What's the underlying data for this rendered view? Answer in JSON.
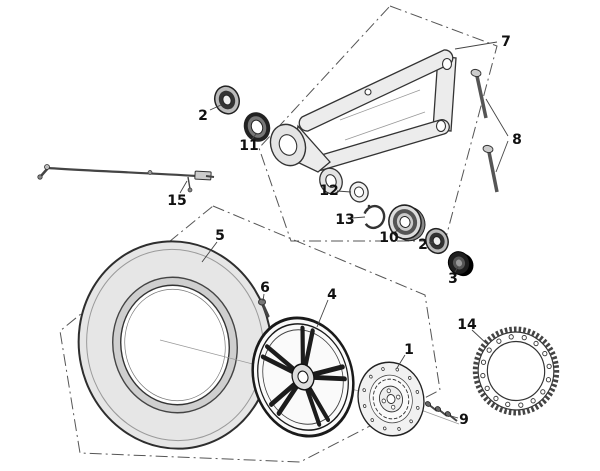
{
  "diagram": {
    "colors": {
      "line": "#333333",
      "phantom": "#555555",
      "metal_light": "#ececec",
      "metal_dark": "#1e1e1e"
    },
    "parts": [
      {
        "ref": "7",
        "id": "swingarm"
      },
      {
        "ref": "2",
        "id": "bearing-left"
      },
      {
        "ref": "11",
        "id": "dust-seal"
      },
      {
        "ref": "8",
        "id": "mount-bolts"
      },
      {
        "ref": "12",
        "id": "washer"
      },
      {
        "ref": "13",
        "id": "circlip"
      },
      {
        "ref": "10",
        "id": "hub-bearing"
      },
      {
        "ref": "2",
        "id": "bearing-right"
      },
      {
        "ref": "3",
        "id": "axle-nut"
      },
      {
        "ref": "15",
        "id": "brake-hose"
      },
      {
        "ref": "5",
        "id": "tire"
      },
      {
        "ref": "6",
        "id": "tire-valve"
      },
      {
        "ref": "4",
        "id": "wheel-rim"
      },
      {
        "ref": "1",
        "id": "brake-disc"
      },
      {
        "ref": "14",
        "id": "abs-sensor-ring"
      },
      {
        "ref": "9",
        "id": "disc-screws"
      }
    ]
  }
}
